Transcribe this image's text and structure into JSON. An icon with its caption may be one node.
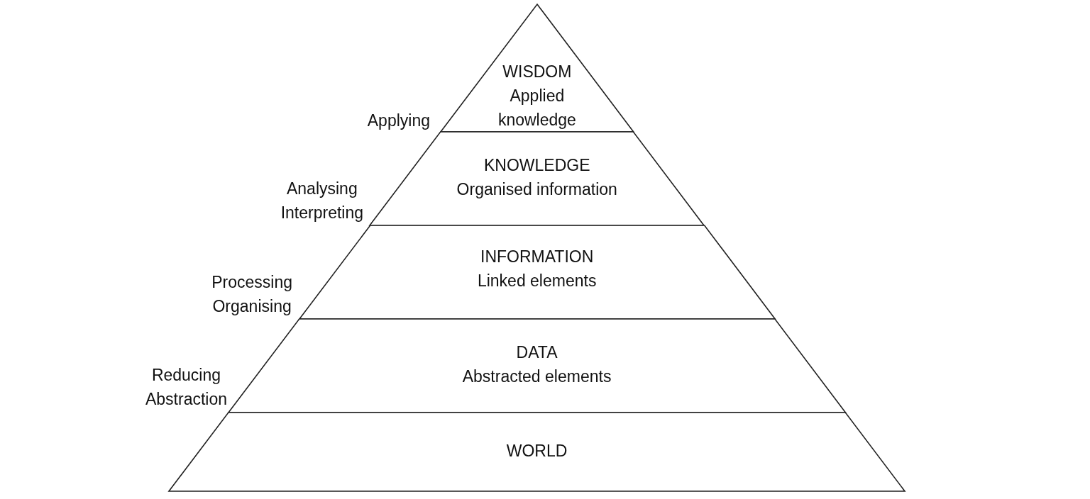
{
  "diagram": {
    "nodes": [
      {
        "text": [
          "WISDOM",
          "Applied knowledge"
        ]
      },
      {
        "text": [
          "KNOWLEDGE",
          "Organised information"
        ]
      },
      {
        "text": [
          "INFORMATION",
          "Linked elements"
        ]
      },
      {
        "text": [
          "DATA",
          "Abstracted elements"
        ]
      },
      {
        "text": [
          "WORLD"
        ]
      }
    ],
    "edges": [],
    "labels": [
      "Applying",
      "Analysing Interpreting",
      "Processing Organising",
      "Reducing Abstraction"
    ]
  }
}
